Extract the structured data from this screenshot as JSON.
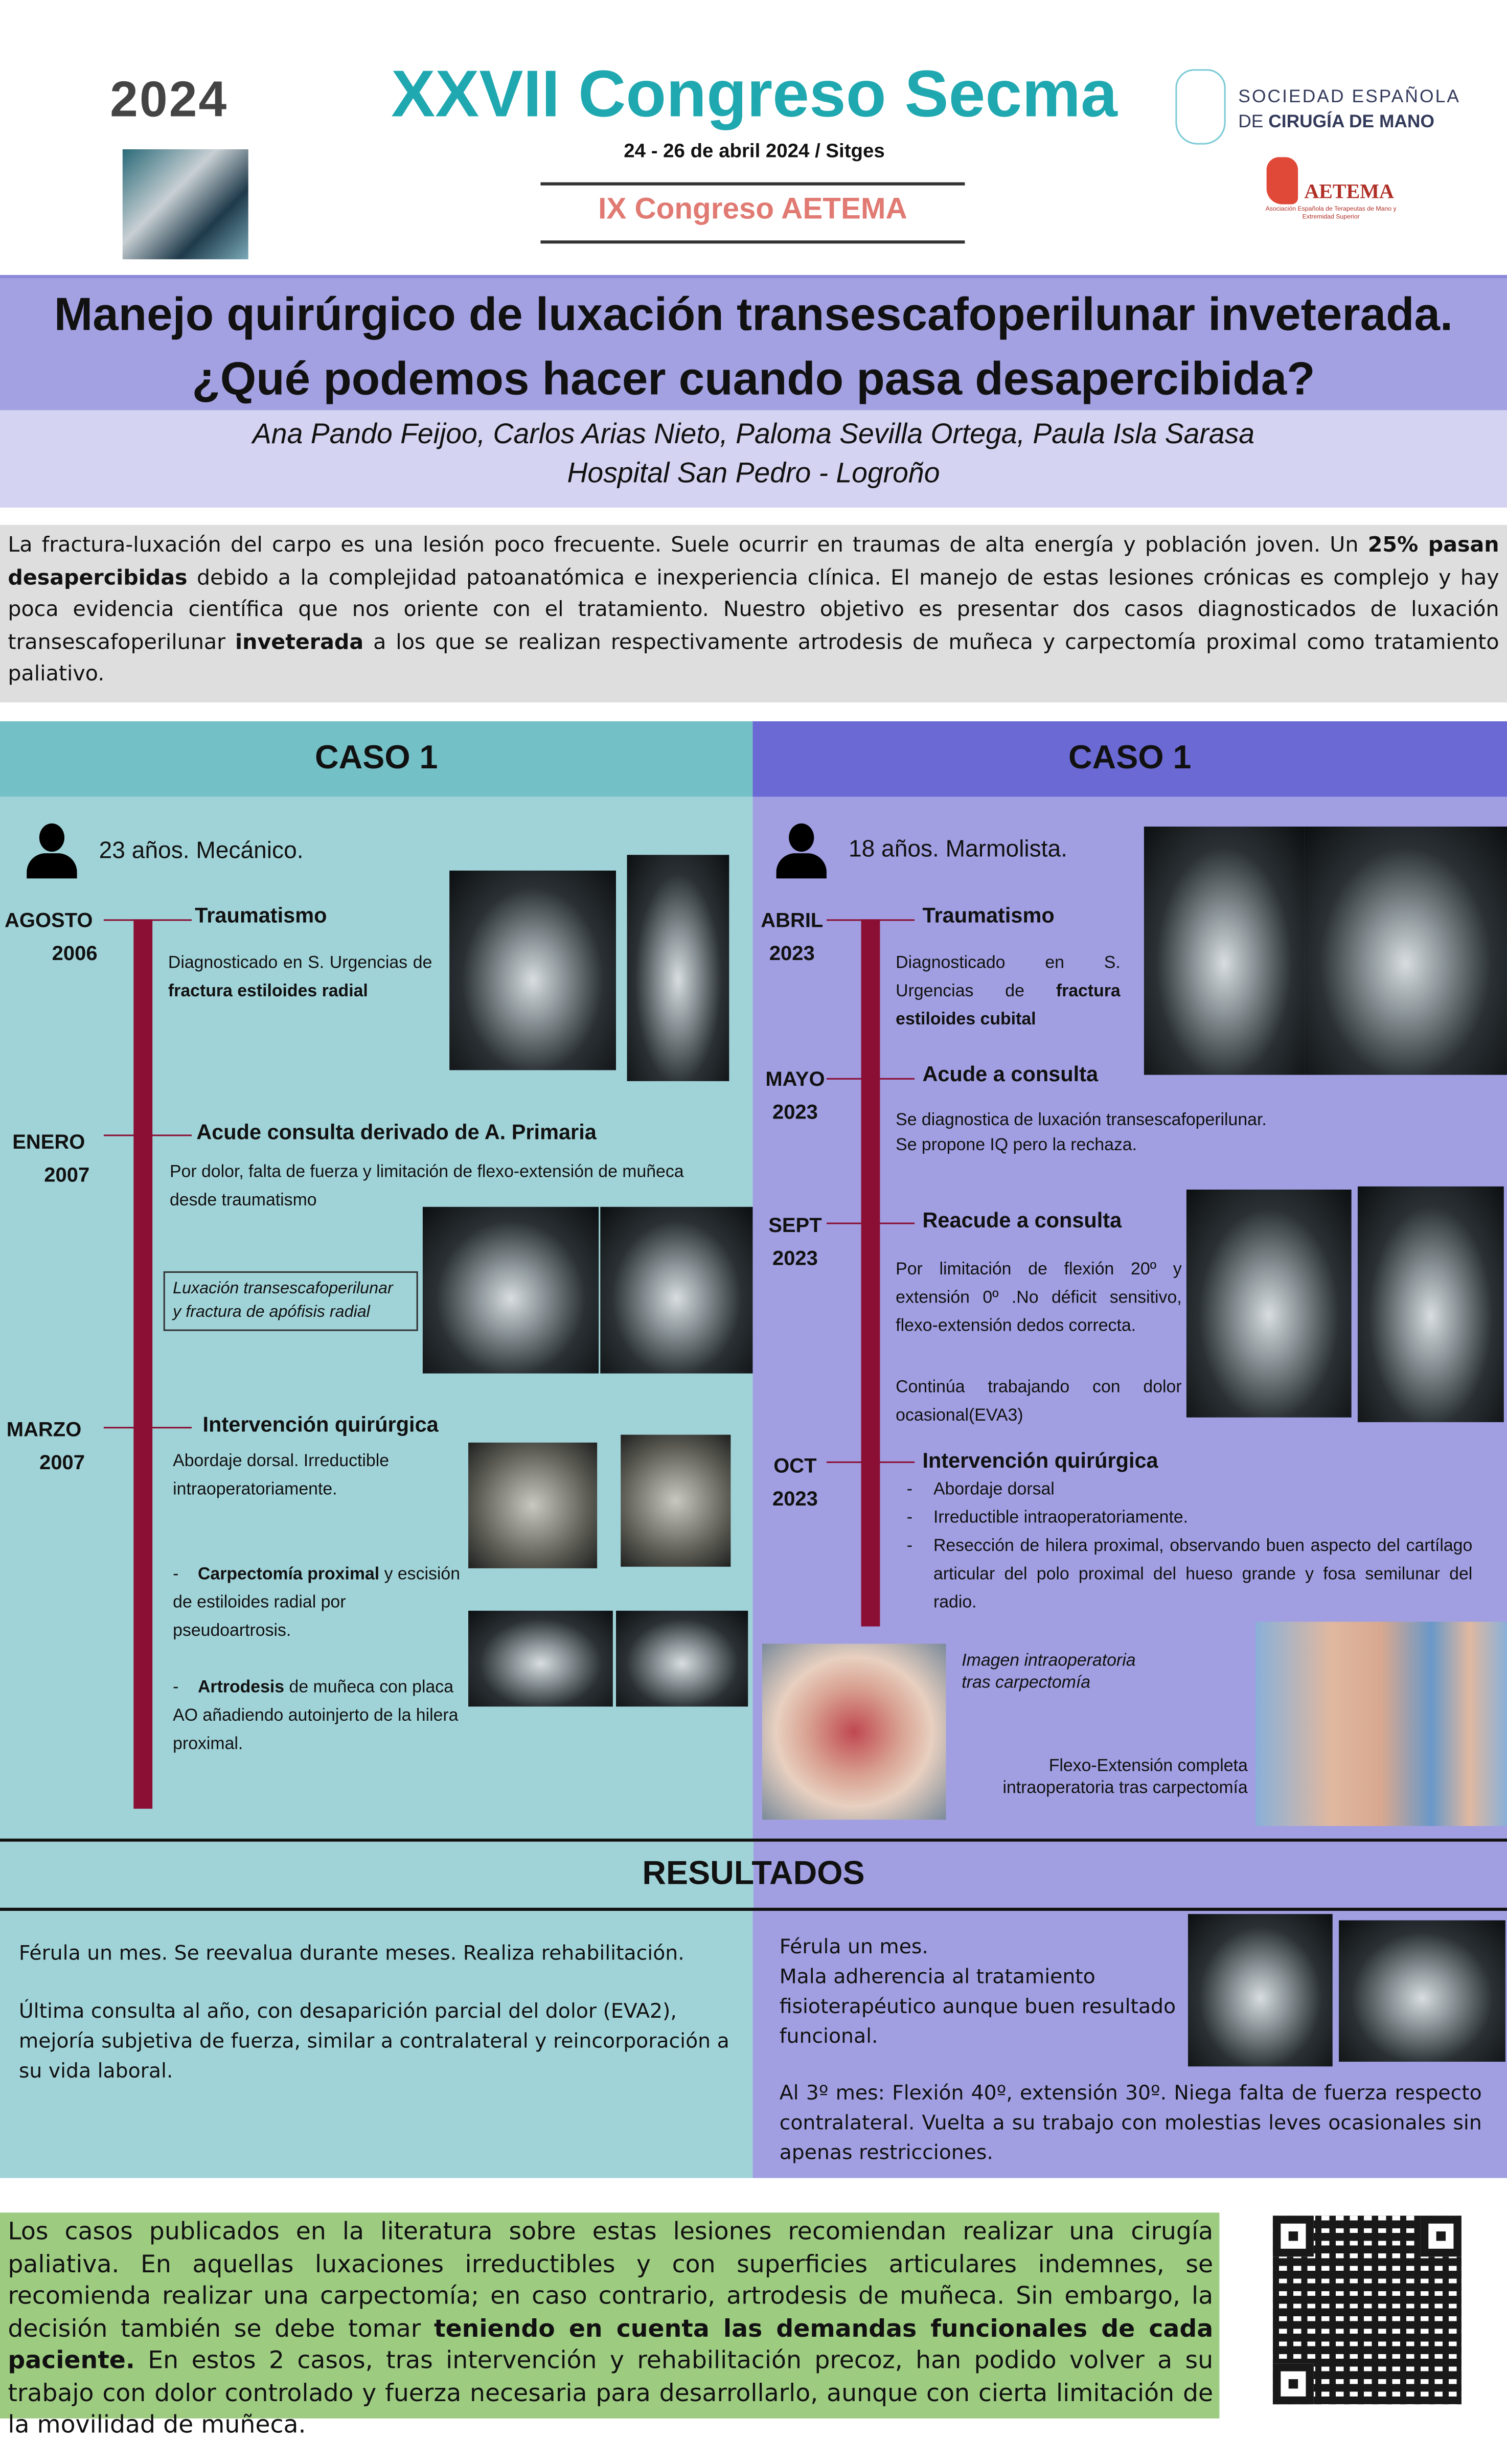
{
  "header": {
    "logo_year": "2024",
    "congress_title": "XXVII Congreso Secma",
    "dates": "24 - 26 de abril 2024 / Sitges",
    "sub_congress": "IX Congreso AETEMA",
    "secma_line1": "SOCIEDAD ESPAÑOLA",
    "secma_line2_light": "DE ",
    "secma_line2_bold": "CIRUGÍA DE MANO",
    "aetema_logo": "AETEMA",
    "aetema_sub": "Asociación Española de Terapeutas de Mano y Extremidad Superior"
  },
  "title": {
    "line1": "Manejo quirúrgico de luxación transescafoperilunar inveterada.",
    "line2": "¿Qué podemos hacer cuando pasa desapercibida?",
    "authors": "Ana Pando Feijoo, Carlos Arias Nieto, Paloma Sevilla Ortega, Paula Isla Sarasa",
    "hospital": "Hospital San Pedro - Logroño"
  },
  "intro": {
    "p1": "La fractura-luxación del carpo es una lesión poco frecuente. Suele ocurrir en traumas de alta energía y población joven. Un ",
    "b1": "25% pasan desapercibidas",
    "p2": " debido a la complejidad patoanatómica e inexperiencia clínica. El manejo de estas lesiones crónicas es complejo y hay poca evidencia científica que nos oriente con el tratamiento. Nuestro objetivo es presentar dos casos diagnosticados de luxación transescafoperilunar ",
    "b2": "inveterada",
    "p3": " a los que se realizan respectivamente artrodesis de muñeca y carpectomía proximal como tratamiento paliativo."
  },
  "case1": {
    "title": "CASO 1",
    "patient": "23 años. Mecánico.",
    "events": [
      {
        "month": "AGOSTO",
        "year": "2006",
        "title": "Traumatismo",
        "text": "Diagnosticado en S. Urgencias de ",
        "bold": "fractura estiloides radial"
      },
      {
        "month": "ENERO",
        "year": "2007",
        "title": "Acude consulta derivado de A. Primaria",
        "text": "Por dolor, falta de fuerza y limitación de flexo-extensión de muñeca desde traumatismo",
        "note_line1": "Luxación transescafoperilunar",
        "note_line2": "y  fractura de apófisis radial"
      },
      {
        "month": "MARZO",
        "year": "2007",
        "title": "Intervención quirúrgica",
        "text": "Abordaje dorsal. Irreductible intraoperatoriamente.",
        "item1_bold": "Carpectomía proximal",
        "item1": " y escisión de estiloides radial por pseudoartrosis.",
        "item2_bold": "Artrodesis",
        "item2": " de muñeca con placa AO añadiendo autoinjerto de la hilera proximal."
      }
    ]
  },
  "case2": {
    "title": "CASO 1",
    "patient": "18 años. Marmolista.",
    "events": [
      {
        "month": "ABRIL",
        "year": "2023",
        "title": "Traumatismo",
        "text": "Diagnosticado en S. Urgencias de ",
        "bold": "fractura estiloides cubital"
      },
      {
        "month": "MAYO",
        "year": "2023",
        "title": "Acude a consulta",
        "text": "Se diagnostica de luxación transescafoperilunar.",
        "text2": "Se propone IQ pero la rechaza."
      },
      {
        "month": "SEPT",
        "year": "2023",
        "title": "Reacude a consulta",
        "text": "Por limitación de flexión 20º y extensión 0º .No déficit sensitivo, flexo-extensión dedos correcta.",
        "text2": "Continúa trabajando con dolor ocasional(EVA3)"
      },
      {
        "month": "OCT",
        "year": "2023",
        "title": "Intervención quirúrgica",
        "bullets": [
          "Abordaje dorsal",
          "Irreductible intraoperatoriamente.",
          "Resección de hilera proximal, observando buen aspecto del cartílago articular del polo proximal del hueso grande y fosa semilunar del radio."
        ]
      }
    ],
    "caption1_line1": "Imagen intraoperatoria",
    "caption1_line2": "tras carpectomía",
    "caption2_line1": "Flexo-Extensión completa",
    "caption2_line2": "intraoperatoria tras carpectomía"
  },
  "results": {
    "title": "RESULTADOS",
    "left_p1": "Férula un mes. Se reevalua durante meses. Realiza rehabilitación.",
    "left_p2": "Última consulta al año, con desaparición parcial del dolor (EVA2), mejoría subjetiva de fuerza, similar a contralateral y reincorporación a su vida laboral.",
    "right_p1": "Férula un mes.",
    "right_p2": "Mala adherencia al tratamiento fisioterapéutico aunque buen resultado funcional.",
    "right_p3": "Al 3º mes: Flexión 40º, extensión 30º.  Niega falta de fuerza respecto contralateral. Vuelta a su trabajo con molestias leves ocasionales sin apenas restricciones."
  },
  "conclusion": {
    "p1": "Los casos publicados en la literatura sobre estas lesiones recomiendan realizar una cirugía paliativa. En aquellas luxaciones irreductibles y con superficies articulares indemnes, se recomienda realizar una carpectomía; en caso contrario, artrodesis de muñeca. Sin embargo, la decisión también se debe tomar ",
    "bold": "teniendo en cuenta las demandas funcionales de cada paciente.",
    "p2": " En estos 2 casos, tras intervención y rehabilitación precoz, han podido volver a su trabajo con dolor controlado y fuerza necesaria para desarrollarlo, aunque con cierta limitación de la movilidad de muñeca."
  },
  "colors": {
    "teal": "#20a8b0",
    "lavender": "#a3a1e2",
    "timeline": "#8b0f35",
    "green": "#9dcb80"
  }
}
